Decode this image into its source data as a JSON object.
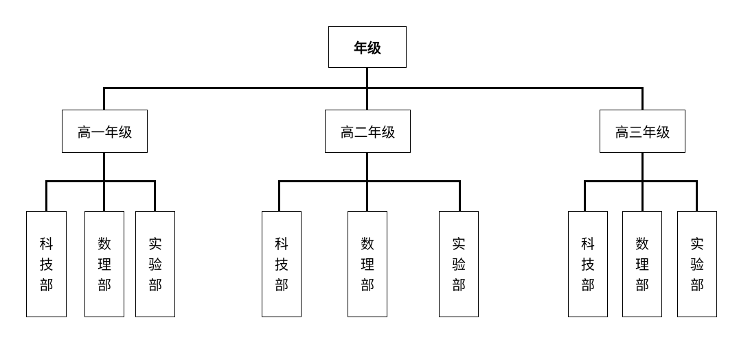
{
  "root": {
    "label": "年级"
  },
  "grades": [
    {
      "label": "高一年级",
      "departments": [
        "科技部",
        "数理部",
        "实验部"
      ]
    },
    {
      "label": "高二年级",
      "departments": [
        "科技部",
        "数理部",
        "实验部"
      ]
    },
    {
      "label": "高三年级",
      "departments": [
        "科技部",
        "数理部",
        "实验部"
      ]
    }
  ],
  "colors": {
    "line": "#000000",
    "box_border": "#000000",
    "background": "#ffffff"
  }
}
